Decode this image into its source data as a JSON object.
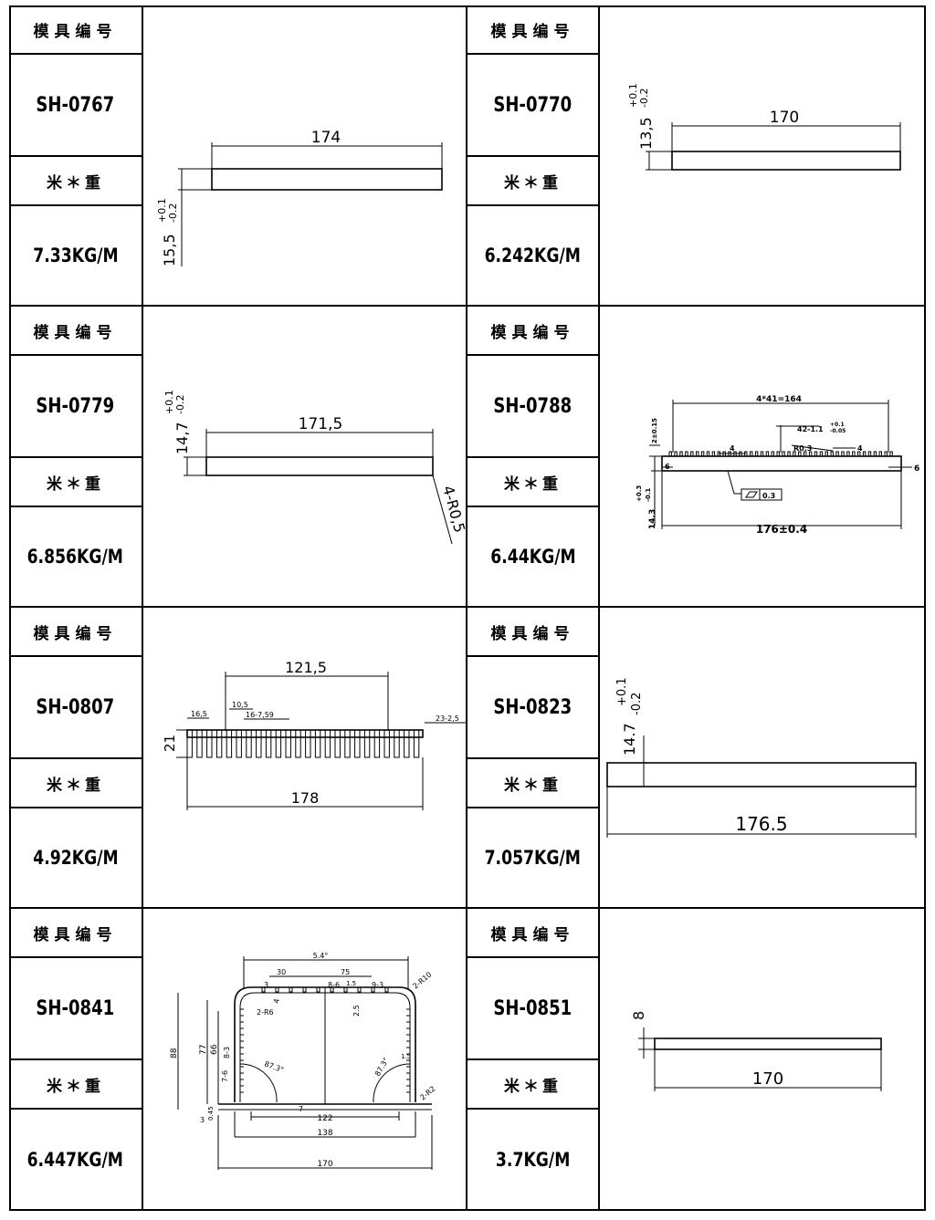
{
  "labels": {
    "mold_number": "模具编号",
    "meter_weight": "米＊重"
  },
  "items": [
    {
      "code": "SH-0767",
      "weight": "7.33KG/M",
      "dims": {
        "width": "174",
        "thickness": "15,5",
        "tol": "+0.1",
        "tol_minus": "-0.2"
      }
    },
    {
      "code": "SH-0770",
      "weight": "6.242KG/M",
      "dims": {
        "width": "170",
        "thickness": "13,5",
        "tol": "+0.1",
        "tol_minus": "-0.2"
      }
    },
    {
      "code": "SH-0779",
      "weight": "6.856KG/M",
      "dims": {
        "width": "171,5",
        "thickness": "14,7",
        "tol": "+0.1",
        "tol_minus": "-0.2",
        "radius": "4-R0,5"
      }
    },
    {
      "code": "SH-0788",
      "weight": "6.44KG/M",
      "dims": {
        "overall": "4*41=164",
        "fin": "42-1.1",
        "fin_tol_p": "+0.1",
        "fin_tol_m": "-0.05",
        "pitch": "4",
        "radius": "R0.3",
        "small4": "4",
        "side_l": "6",
        "side_r": "6",
        "h": "2±0.15",
        "flat": "0.3",
        "thickness": "14.3",
        "tol": "+0.3",
        "tol_minus": "-0.1",
        "width": "176±0.4"
      }
    },
    {
      "code": "SH-0807",
      "weight": "4.92KG/M",
      "dims": {
        "span": "121,5",
        "a": "16,5",
        "b": "10,5",
        "c": "16-7,59",
        "d": "23-2,5",
        "height": "21",
        "width": "178"
      }
    },
    {
      "code": "SH-0823",
      "weight": "7.057KG/M",
      "dims": {
        "thickness": "14.7",
        "tol": "+0.1",
        "tol_minus": "-0.2",
        "width": "176.5"
      }
    },
    {
      "code": "SH-0841",
      "weight": "6.447KG/M",
      "dims": {
        "angle_top": "5.4°",
        "d30": "30",
        "d75": "75",
        "d3": "3",
        "d4": "4",
        "d86": "8-6",
        "d15": "1.5",
        "d93": "9-3",
        "r10": "2-R10",
        "r6": "2-R6",
        "d25": "2.5",
        "h88": "88",
        "h77": "77",
        "h66": "66",
        "d83": "8-3",
        "d76": "7-6",
        "ang_l": "87.3°",
        "ang_r": "87.3°",
        "d15b": "1.5",
        "r2": "2-R2",
        "d7": "7",
        "d3b": "3",
        "d045": "0.45",
        "w122": "122",
        "w138": "138",
        "w170": "170"
      }
    },
    {
      "code": "SH-0851",
      "weight": "3.7KG/M",
      "dims": {
        "thickness": "8",
        "width": "170"
      }
    }
  ]
}
